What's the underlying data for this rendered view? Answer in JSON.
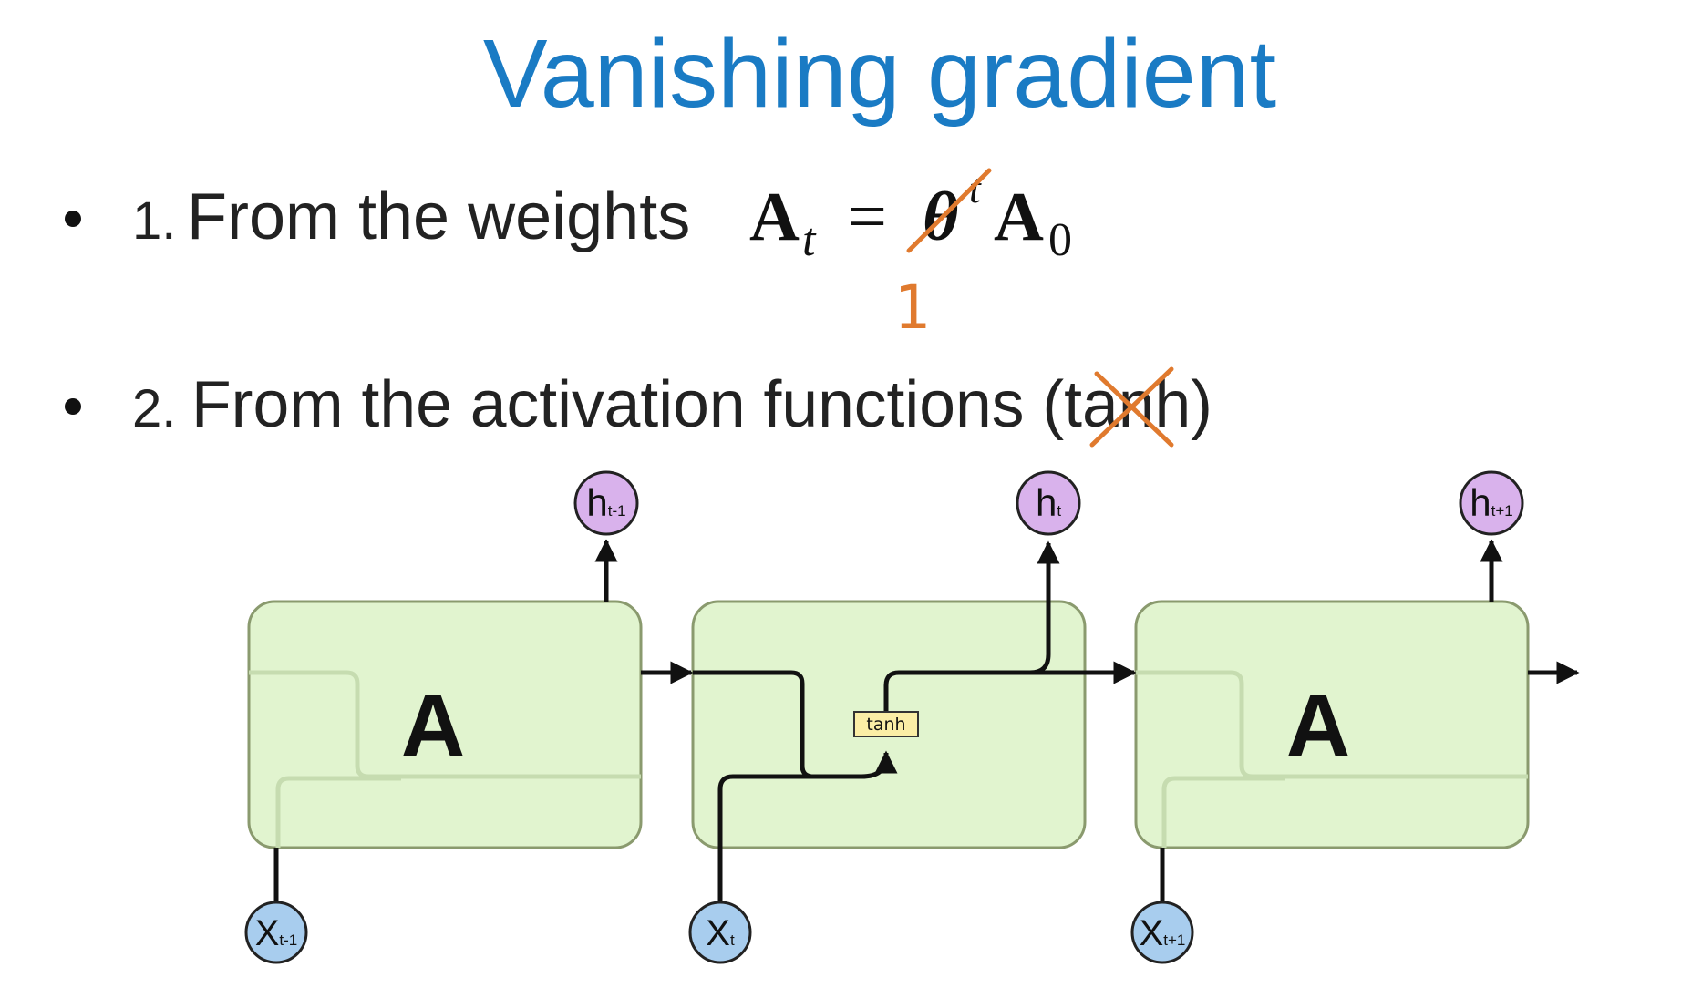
{
  "slide": {
    "title": "Vanishing gradient",
    "bullets": [
      {
        "number": "1.",
        "text": "From the weights",
        "formula": {
          "lhs": "A",
          "lhs_sub": "t",
          "equals": "=",
          "theta": "θ",
          "theta_sup": "t",
          "rhs": "A",
          "rhs_sub": "0"
        },
        "annotation": "1"
      },
      {
        "number": "2.",
        "text_before": "From the activation functions (ta",
        "text_struck": "n",
        "text_after": "h)"
      }
    ]
  },
  "diagram": {
    "cells": [
      {
        "label": "A",
        "input": {
          "base": "X",
          "sub": "t-1"
        },
        "output": {
          "base": "h",
          "sub": "t-1"
        }
      },
      {
        "label": "",
        "input": {
          "base": "X",
          "sub": "t"
        },
        "output": {
          "base": "h",
          "sub": "t"
        },
        "activation": "tanh"
      },
      {
        "label": "A",
        "input": {
          "base": "X",
          "sub": "t+1"
        },
        "output": {
          "base": "h",
          "sub": "t+1"
        }
      }
    ]
  },
  "colors": {
    "title": "#1a7bc4",
    "text": "#222222",
    "annotation": "#e07a2e",
    "cell_fill": "#e1f4cf",
    "cell_stroke": "#8a9a6e",
    "output_node": "#d9b2ec",
    "input_node": "#a8cdee",
    "tanh_box": "#fbeea6"
  }
}
